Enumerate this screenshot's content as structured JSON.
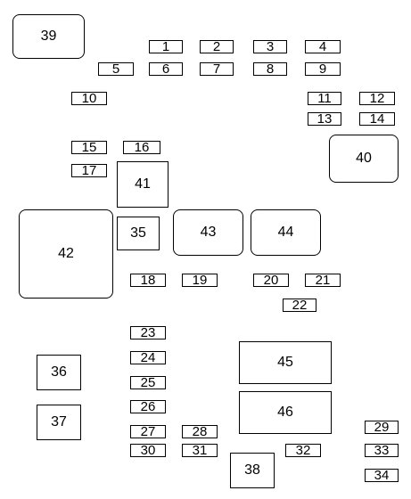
{
  "diagram": {
    "small_fuses": [
      "1",
      "2",
      "3",
      "4",
      "5",
      "6",
      "7",
      "8",
      "9",
      "10",
      "11",
      "12",
      "13",
      "14",
      "15",
      "16",
      "17",
      "18",
      "19",
      "20",
      "21",
      "22",
      "23",
      "24",
      "25",
      "26",
      "27",
      "28",
      "29",
      "30",
      "31",
      "32",
      "33",
      "34"
    ],
    "square_blocks": [
      "35",
      "36",
      "37",
      "38",
      "41",
      "45",
      "46"
    ],
    "rounded_relays": [
      "39",
      "40",
      "42",
      "43",
      "44"
    ]
  }
}
